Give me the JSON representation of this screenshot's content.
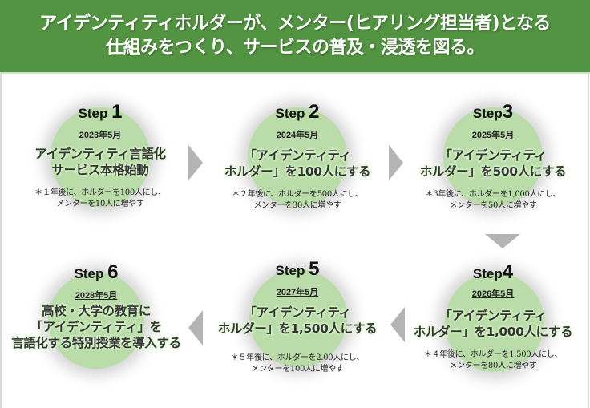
{
  "header": {
    "line1": "アイデンティティホルダーが、メンター(ヒアリング担当者)となる",
    "line2": "仕組みをつくり、サービスの普及・浸透を図る。"
  },
  "colors": {
    "header_bg": "#529441",
    "circle_fill": "#b9dca9",
    "arrow": "#b4b4b4"
  },
  "steps": [
    {
      "label": "Step",
      "number": "1",
      "date": "2023年5月",
      "title_lines": [
        "アイデンティティ言語化",
        "サービス本格始動"
      ],
      "note_lines": [
        "＊１年後に、ホルダーを100人にし、",
        "メンターを10人に増やす"
      ]
    },
    {
      "label": "Step",
      "number": "2",
      "date": "2024年5月",
      "title_lines": [
        "「アイデンティティ",
        "ホルダー」を100人にする"
      ],
      "note_lines": [
        "＊２年後に、ホルダーを500人にし、",
        "メンターを30人に増やす"
      ]
    },
    {
      "label": "Step",
      "number": "3",
      "date": "2025年5月",
      "title_lines": [
        "「アイデンティティ",
        "ホルダー」を500人にする"
      ],
      "note_lines": [
        "＊3年後に、ホルダーを1,000人にし、",
        "メンターを50人に増やす"
      ]
    },
    {
      "label": "Step",
      "number": "4",
      "date": "2026年5月",
      "title_lines": [
        "「アイデンティティ",
        "ホルダー」を1,000人にする"
      ],
      "note_lines": [
        "＊４年後に、ホルダーを1.500人にし、",
        "メンターを80人に増やす"
      ]
    },
    {
      "label": "Step",
      "number": "5",
      "date": "2027年5月",
      "title_lines": [
        "「アイデンティティ",
        "ホルダー」を1,500人にする"
      ],
      "note_lines": [
        "＊５年後に、ホルダーを2.00人にし、",
        "メンターを100人に増やす"
      ]
    },
    {
      "label": "Step",
      "number": "6",
      "date": "2028年5月",
      "title_lines": [
        "高校・大学の教育に",
        "「アイデンティティ」を",
        "言語化する特別授業を導入する"
      ],
      "note_lines": []
    }
  ],
  "arrows": [
    {
      "from": "1",
      "to": "2",
      "direction": "right"
    },
    {
      "from": "2",
      "to": "3",
      "direction": "right"
    },
    {
      "from": "3",
      "to": "4",
      "direction": "down"
    },
    {
      "from": "4",
      "to": "5",
      "direction": "left"
    },
    {
      "from": "5",
      "to": "6",
      "direction": "left"
    }
  ]
}
